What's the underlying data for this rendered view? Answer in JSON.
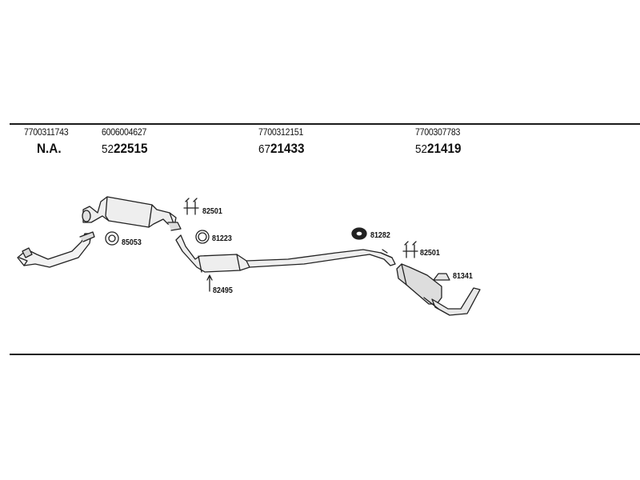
{
  "columns": [
    {
      "oem": "7700311743",
      "note": "N.A."
    },
    {
      "oem": "6006004627",
      "prefix": "52",
      "part": "22515"
    },
    {
      "oem": "7700312151",
      "prefix": "67",
      "part": "21433"
    },
    {
      "oem": "7700307783",
      "prefix": "52",
      "part": "21419"
    }
  ],
  "refs": {
    "r82501a": "82501",
    "r85053": "85053",
    "r81223": "81223",
    "r82495": "82495",
    "r81282": "81282",
    "r82501b": "82501",
    "r81341": "81341"
  }
}
